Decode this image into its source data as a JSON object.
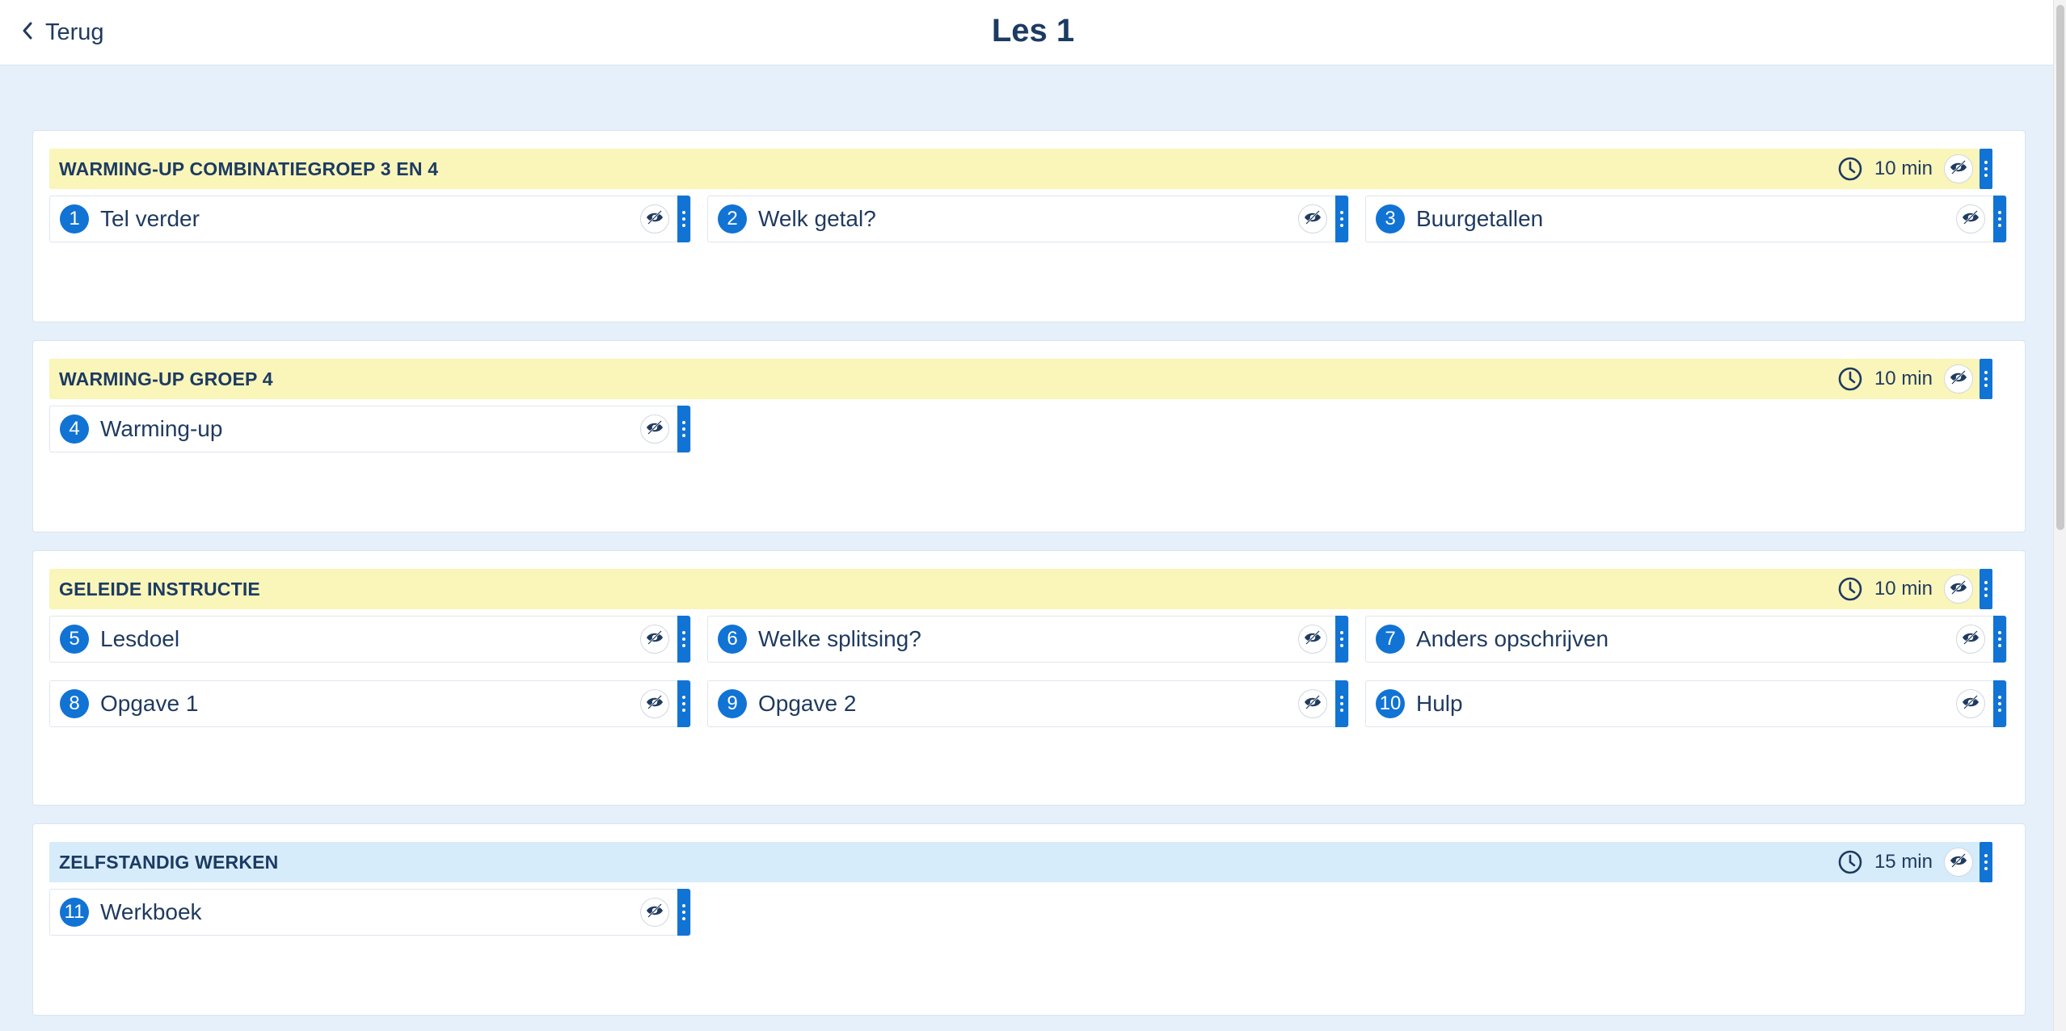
{
  "header": {
    "back_label": "Terug",
    "title": "Les 1"
  },
  "sections": [
    {
      "title": "WARMING-UP COMBINATIEGROEP 3 EN 4",
      "duration": "10 min",
      "header_color": "#faf5b9",
      "items": [
        {
          "num": "1",
          "label": "Tel verder"
        },
        {
          "num": "2",
          "label": "Welk getal?"
        },
        {
          "num": "3",
          "label": "Buurgetallen"
        }
      ]
    },
    {
      "title": "WARMING-UP GROEP 4",
      "duration": "10 min",
      "header_color": "#faf5b9",
      "items": [
        {
          "num": "4",
          "label": "Warming-up"
        }
      ]
    },
    {
      "title": "GELEIDE INSTRUCTIE",
      "duration": "10 min",
      "header_color": "#faf5b9",
      "items": [
        {
          "num": "5",
          "label": "Lesdoel"
        },
        {
          "num": "6",
          "label": "Welke splitsing?"
        },
        {
          "num": "7",
          "label": "Anders opschrijven"
        },
        {
          "num": "8",
          "label": "Opgave 1"
        },
        {
          "num": "9",
          "label": "Opgave 2"
        },
        {
          "num": "10",
          "label": "Hulp"
        }
      ]
    },
    {
      "title": "ZELFSTANDIG WERKEN",
      "duration": "15 min",
      "header_color": "#d6ecfa",
      "items": [
        {
          "num": "11",
          "label": "Werkboek"
        }
      ]
    }
  ],
  "icons": {
    "back": "chevron-left-icon",
    "clock": "clock-icon",
    "visibility": "eye-slash-icon",
    "menu": "kebab-menu-icon"
  },
  "colors": {
    "accent": "#1173d4",
    "text": "#1f3a5f",
    "page_background": "#e6f0fa",
    "section_header_yellow": "#faf5b9",
    "section_header_blue": "#d6ecfa"
  }
}
